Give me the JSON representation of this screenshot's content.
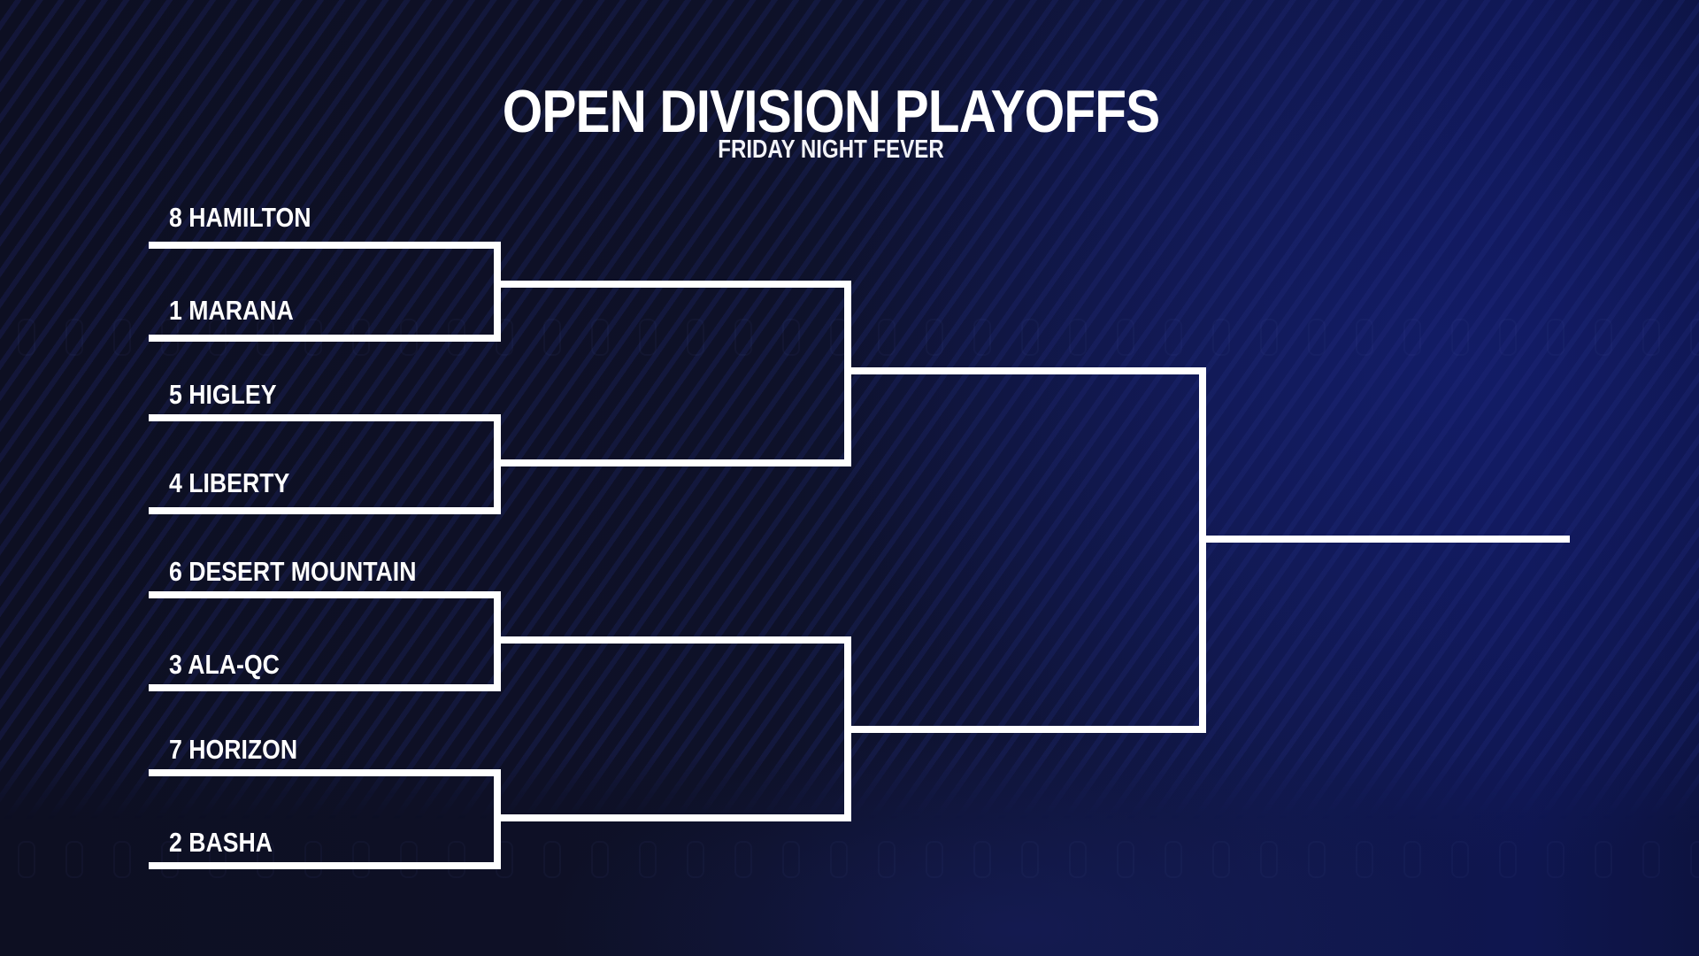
{
  "header": {
    "title": "OPEN DIVISION PLAYOFFS",
    "subtitle": "FRIDAY NIGHT FEVER"
  },
  "bracket": {
    "round_1": [
      {
        "seed": 8,
        "team": "HAMILTON",
        "label": "8 HAMILTON"
      },
      {
        "seed": 1,
        "team": "MARANA",
        "label": "1 MARANA"
      },
      {
        "seed": 5,
        "team": "HIGLEY",
        "label": "5 HIGLEY"
      },
      {
        "seed": 4,
        "team": "LIBERTY",
        "label": "4 LIBERTY"
      },
      {
        "seed": 6,
        "team": "DESERT MOUNTAIN",
        "label": "6 DESERT MOUNTAIN"
      },
      {
        "seed": 3,
        "team": "ALA-QC",
        "label": "3 ALA-QC"
      },
      {
        "seed": 7,
        "team": "HORIZON",
        "label": "7 HORIZON"
      },
      {
        "seed": 2,
        "team": "BASHA",
        "label": "2 BASHA"
      }
    ],
    "quarterfinal_winners": [
      "",
      "",
      "",
      ""
    ],
    "semifinal_winners": [
      "",
      ""
    ],
    "champion": ""
  },
  "colors": {
    "background_dark": "#0e1024",
    "background_blue": "#0f1650",
    "bracket_lines": "#ffffff",
    "text": "#ffffff"
  }
}
